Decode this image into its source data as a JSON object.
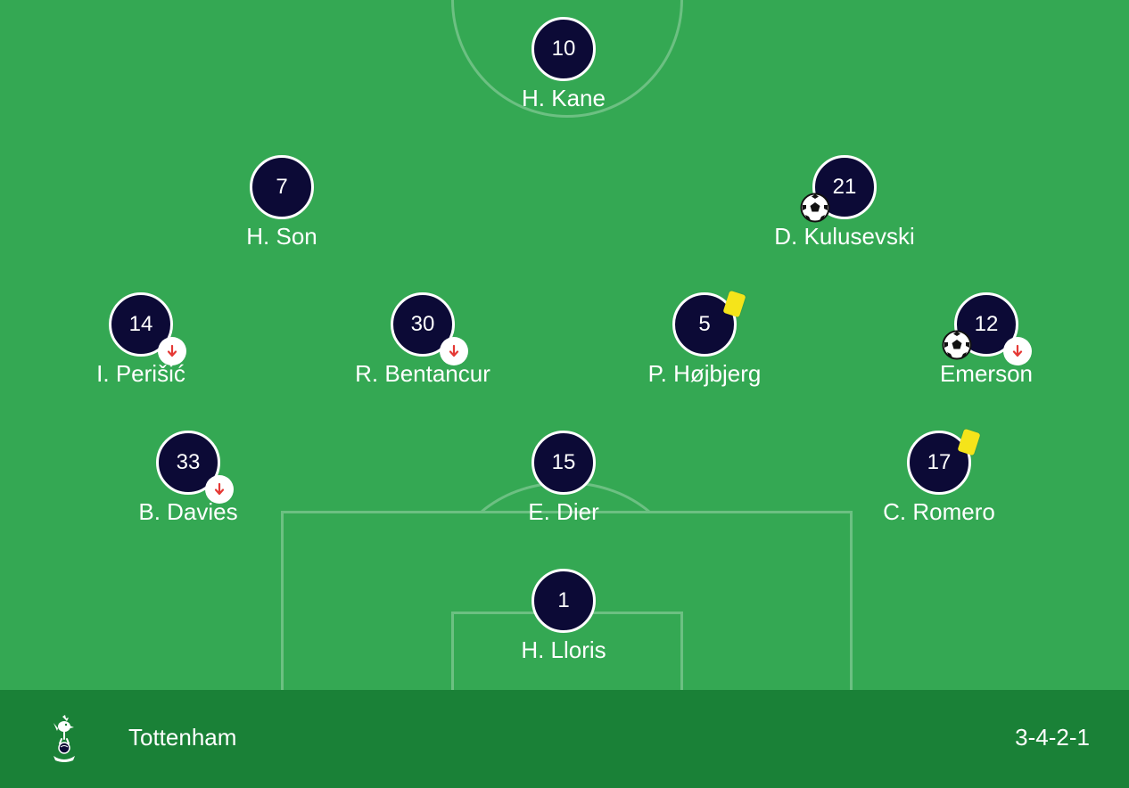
{
  "team": {
    "name": "Tottenham",
    "formation": "3-4-2-1",
    "crest_icon": "tottenham-cockerel-icon"
  },
  "colors": {
    "pitch": "#34a853",
    "footer": "#1a8137",
    "player_circle": "#0c0a36",
    "yellow_card": "#f5e41a",
    "sub_arrow": "#e53935"
  },
  "players": [
    {
      "number": "10",
      "name": "H. Kane",
      "subbed_off": false,
      "goal": false,
      "yellow_card": false
    },
    {
      "number": "7",
      "name": "H. Son",
      "subbed_off": false,
      "goal": false,
      "yellow_card": false
    },
    {
      "number": "21",
      "name": "D. Kulusevski",
      "subbed_off": false,
      "goal": true,
      "yellow_card": false
    },
    {
      "number": "14",
      "name": "I. Perišić",
      "subbed_off": true,
      "goal": false,
      "yellow_card": false
    },
    {
      "number": "30",
      "name": "R. Bentancur",
      "subbed_off": true,
      "goal": false,
      "yellow_card": false
    },
    {
      "number": "5",
      "name": "P. Højbjerg",
      "subbed_off": false,
      "goal": false,
      "yellow_card": true
    },
    {
      "number": "12",
      "name": "Emerson",
      "subbed_off": true,
      "goal": true,
      "yellow_card": false
    },
    {
      "number": "33",
      "name": "B. Davies",
      "subbed_off": true,
      "goal": false,
      "yellow_card": false
    },
    {
      "number": "15",
      "name": "E. Dier",
      "subbed_off": false,
      "goal": false,
      "yellow_card": false
    },
    {
      "number": "17",
      "name": "C. Romero",
      "subbed_off": false,
      "goal": false,
      "yellow_card": true
    },
    {
      "number": "1",
      "name": "H. Lloris",
      "subbed_off": false,
      "goal": false,
      "yellow_card": false
    }
  ]
}
